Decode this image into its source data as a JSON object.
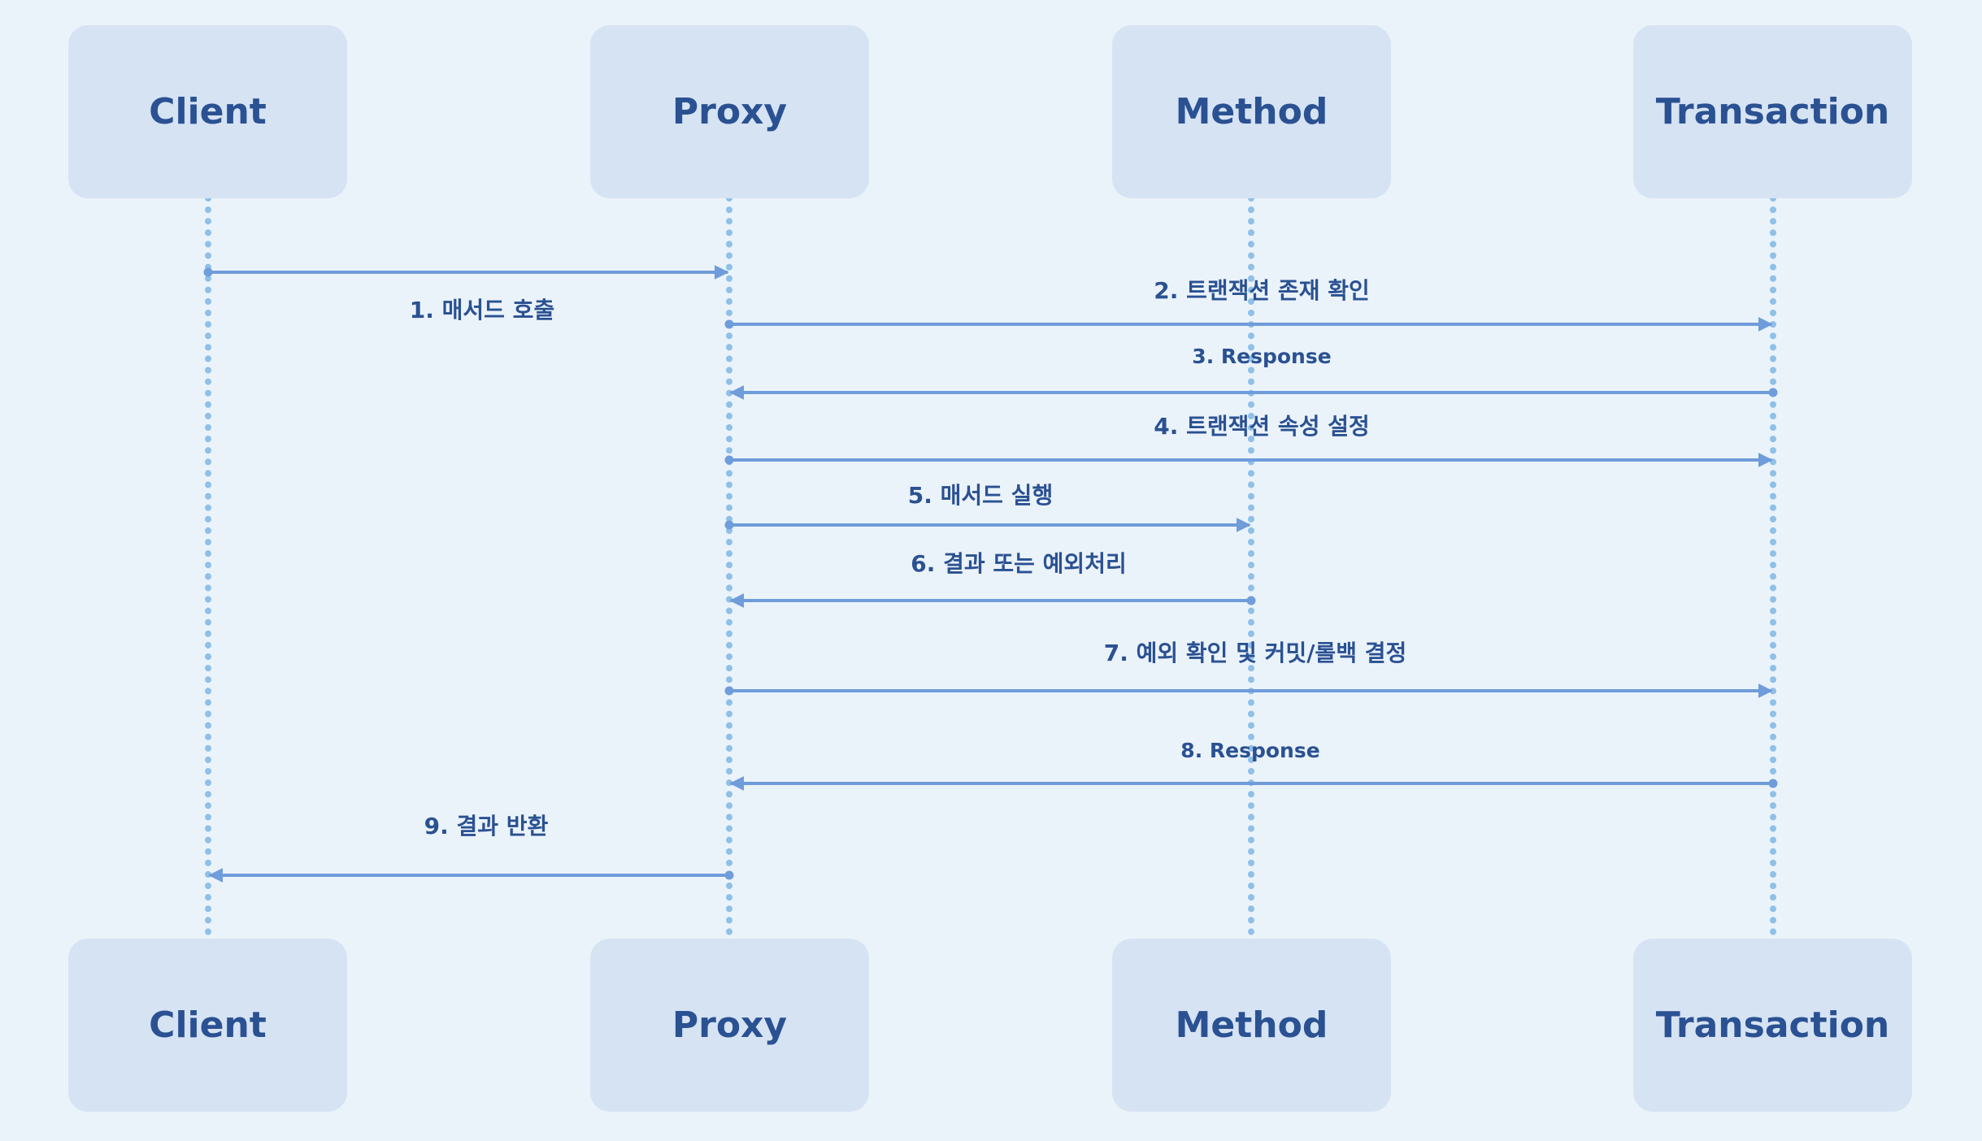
{
  "colors": {
    "background": "#ebf3fa",
    "actor_fill": "#d6e3f3",
    "text": "#2a5192",
    "lifeline": "#8fc0e8",
    "arrow": "#6f9cdb"
  },
  "actors": [
    {
      "id": "client",
      "label": "Client"
    },
    {
      "id": "proxy",
      "label": "Proxy"
    },
    {
      "id": "method",
      "label": "Method"
    },
    {
      "id": "transaction",
      "label": "Transaction"
    }
  ],
  "messages": [
    {
      "from": "client",
      "to": "proxy",
      "label": "1. 매서드 호출"
    },
    {
      "from": "proxy",
      "to": "transaction",
      "label": "2. 트랜잭션 존재 확인"
    },
    {
      "from": "transaction",
      "to": "proxy",
      "label": "3. Response"
    },
    {
      "from": "proxy",
      "to": "transaction",
      "label": "4. 트랜잭션 속성 설정"
    },
    {
      "from": "proxy",
      "to": "method",
      "label": "5. 매서드 실행"
    },
    {
      "from": "method",
      "to": "proxy",
      "label": "6. 결과 또는 예외처리"
    },
    {
      "from": "proxy",
      "to": "transaction",
      "label": "7. 예외 확인 및 커밋/롤백 결정"
    },
    {
      "from": "transaction",
      "to": "proxy",
      "label": "8. Response"
    },
    {
      "from": "proxy",
      "to": "client",
      "label": "9. 결과 반환"
    }
  ]
}
